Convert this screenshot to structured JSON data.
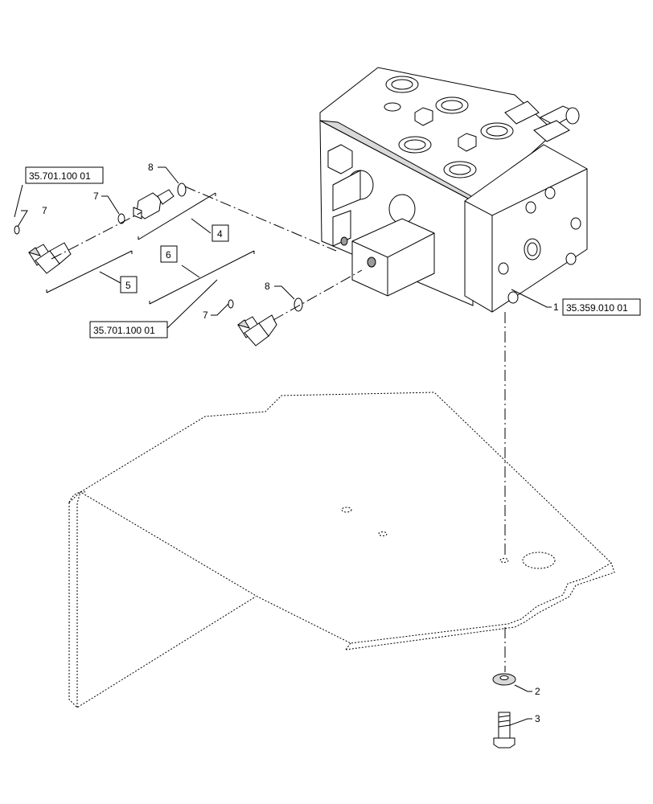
{
  "callouts": {
    "item_1": "1",
    "item_2": "2",
    "item_3": "3",
    "item_7_left": "7",
    "item_7_mid": "7",
    "item_7_lower": "7",
    "item_8_top": "8",
    "item_8_lower": "8"
  },
  "boxed_callouts": {
    "item_4": "4",
    "item_5": "5",
    "item_6": "6"
  },
  "references": {
    "valve_ref": "35.359.010 01",
    "fitting_ref_top": "35.701.100 01",
    "fitting_ref_lower": "35.701.100 01"
  }
}
